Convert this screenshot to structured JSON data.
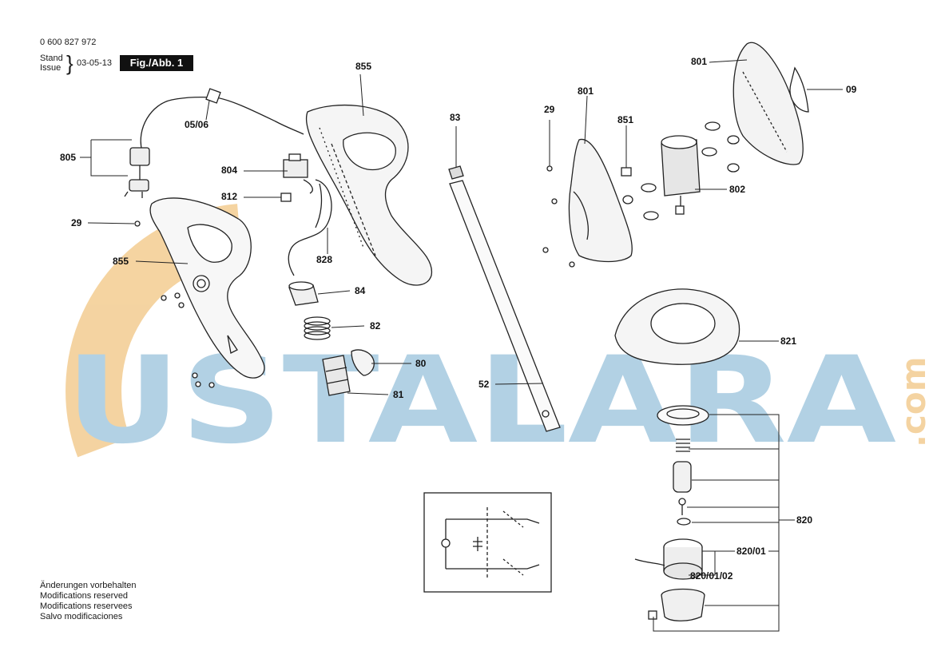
{
  "header": {
    "part_number": "0 600 827 972",
    "stand_label": "Stand",
    "issue_label": "Issue",
    "date": "03-05-13",
    "figure_label": "Fig./Abb. 1"
  },
  "footer_notes": [
    "Änderungen vorbehalten",
    "Modifications reserved",
    "Modifications reservees",
    "Salvo modificaciones"
  ],
  "watermark": {
    "text": "USTALARA",
    "suffix": ".com",
    "color_blue": "#9fc6de",
    "color_orange": "#f2c98a"
  },
  "callouts": {
    "c855_top": "855",
    "c0506": "05/06",
    "c805": "805",
    "c804": "804",
    "c812": "812",
    "c828": "828",
    "c29_left": "29",
    "c855_left": "855",
    "c84": "84",
    "c82": "82",
    "c80": "80",
    "c81": "81",
    "c83": "83",
    "c52": "52",
    "c29_mid": "29",
    "c801_mid": "801",
    "c851": "851",
    "c802": "802",
    "c801_top": "801",
    "c09": "09",
    "c821": "821",
    "c820": "820",
    "c820_01": "820/01",
    "c820_01_02": "820/01/02"
  }
}
